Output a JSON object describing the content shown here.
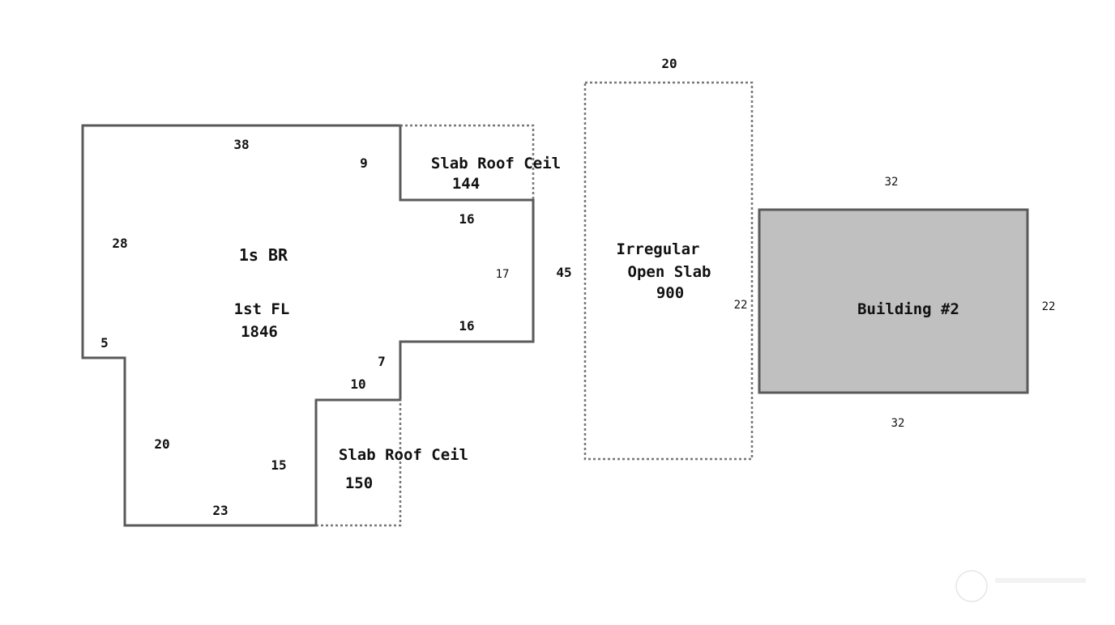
{
  "main_area": {
    "name": "1s BR",
    "level": "1st FL",
    "sqft": "1846",
    "dims": {
      "top": "38",
      "inner_top": "9",
      "left": "28",
      "step_left": "5",
      "lower_left": "20",
      "bottom": "23",
      "notch_top": "16",
      "notch_right": "17",
      "notch_bottom": "16",
      "step_right": "7",
      "step_bottom": "10",
      "lower_inner": "15"
    }
  },
  "slab_top": {
    "name": "Slab Roof Ceil",
    "sqft": "144"
  },
  "slab_bottom": {
    "name": "Slab Roof Ceil",
    "sqft": "150"
  },
  "open_slab": {
    "line1": "Irregular",
    "line2": "Open Slab",
    "sqft": "900",
    "dims": {
      "top": "20",
      "left": "45",
      "right": "22"
    }
  },
  "building2": {
    "name": "Building #2",
    "fill": "#c0c0c0",
    "dims": {
      "top": "32",
      "bottom": "32",
      "right": "22"
    }
  },
  "colors": {
    "wall": "#5a5a5a",
    "dotted": "#777777",
    "text": "#111111"
  }
}
